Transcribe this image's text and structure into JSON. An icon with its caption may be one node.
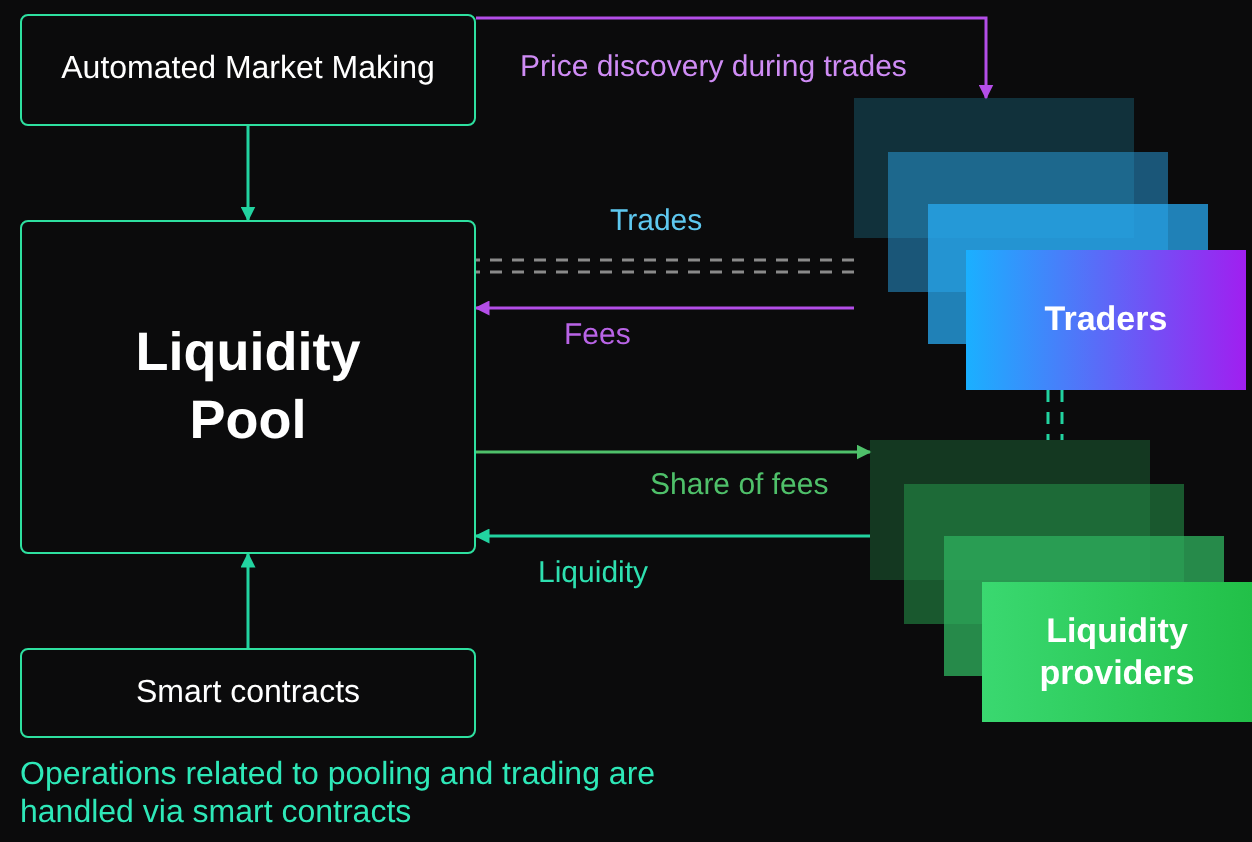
{
  "diagram": {
    "nodes": [
      {
        "text": [
          "Automated Market Making"
        ]
      },
      {
        "text": [
          "Liquidity Pool"
        ]
      },
      {
        "text": [
          "Smart contracts"
        ],
        "beside": [
          "Operations related to pooling and trading are handled via smart contracts"
        ]
      },
      {
        "text": [
          "Traders"
        ]
      },
      {
        "text": [
          "Liquidity providers"
        ]
      }
    ],
    "edges": [
      {
        "from": 0,
        "to": 3,
        "arrow": "to",
        "label": "Price discovery during trades",
        "color": "#b44ee8"
      },
      {
        "from": 0,
        "to": 1,
        "arrow": "to"
      },
      {
        "from": 2,
        "to": 1,
        "arrow": "to"
      },
      {
        "from": 3,
        "to": 1,
        "arrow": "none",
        "label": "Trades",
        "style": "dashed",
        "color": "#8a8a8a"
      },
      {
        "from": 3,
        "to": 1,
        "arrow": "to",
        "label": "Fees",
        "color": "#b44ee8"
      },
      {
        "from": 1,
        "to": 4,
        "arrow": "to",
        "label": "Share of fees",
        "color": "#4fc06a"
      },
      {
        "from": 4,
        "to": 1,
        "arrow": "to",
        "label": "Liquidity"
      },
      {
        "from": 3,
        "to": 4,
        "arrow": "none",
        "style": "dashed"
      }
    ]
  }
}
